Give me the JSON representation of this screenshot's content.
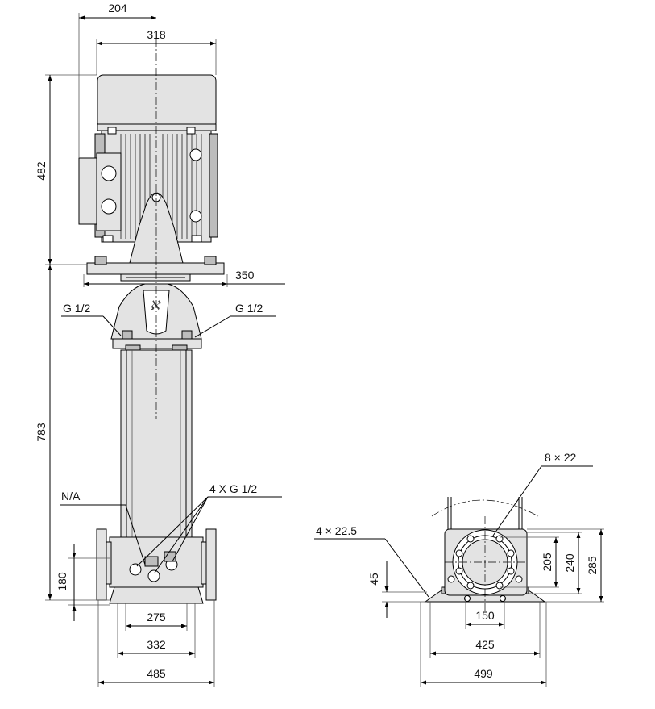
{
  "front_view": {
    "dims": {
      "top_offset": "204",
      "motor_width": "318",
      "motor_height": "482",
      "flange_width": "350",
      "pump_height": "783",
      "inlet_height": "180",
      "base_inner": "275",
      "base_mid": "332",
      "base_outer": "485"
    },
    "labels": {
      "vent_left": "G 1/2",
      "vent_right": "G 1/2",
      "na": "N/A",
      "drain_plugs": "4 X G 1/2"
    }
  },
  "base_view": {
    "dims": {
      "base_thickness": "45",
      "bolt_pitch": "205",
      "flange_inner": "240",
      "flange_outer": "285",
      "bore": "150",
      "base_holes_span": "425",
      "base_total": "499"
    },
    "labels": {
      "flange_holes": "8 × 22",
      "base_holes": "4 × 22.5"
    }
  }
}
